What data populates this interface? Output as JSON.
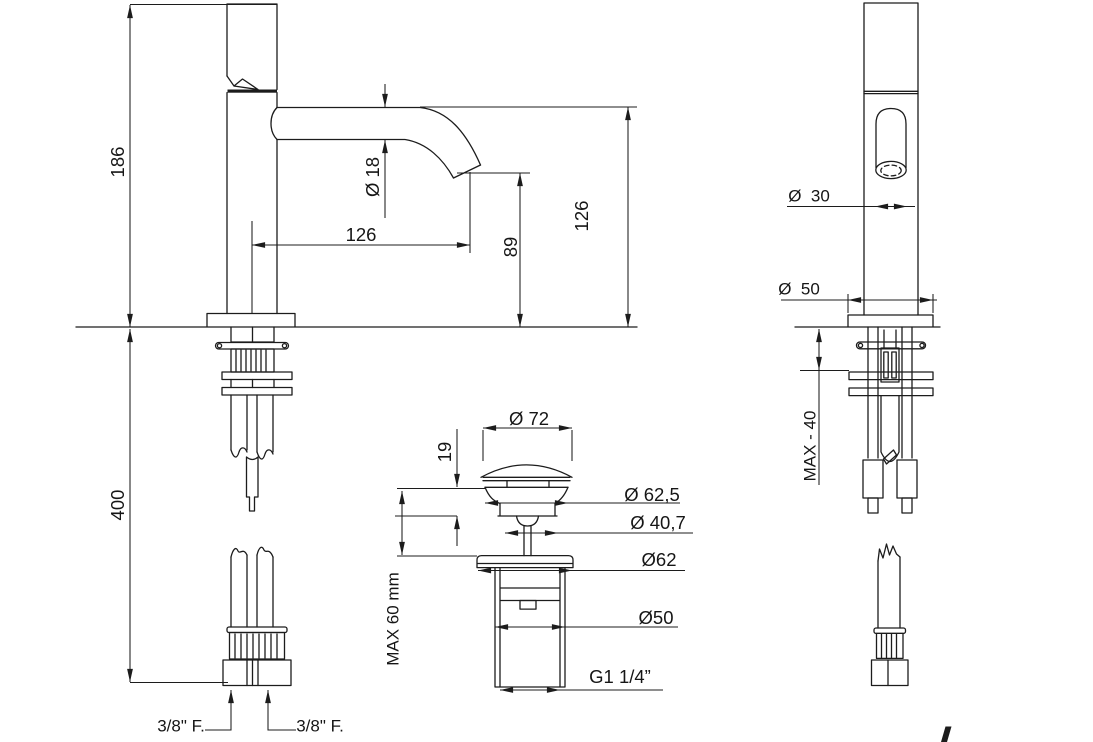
{
  "drawing": {
    "background": "#ffffff",
    "line_color": "#1c1c1c",
    "views": {
      "side_view": "faucet side view",
      "front_view": "faucet front view",
      "drain_view": "pop-up drain plug view"
    },
    "dimensions": {
      "height_total": "186",
      "hose_length": "400",
      "spout_diameter": "Ø 18",
      "spout_reach": "126",
      "spout_tip_height": "89",
      "outlet_height": "126",
      "hose_fitting_left": "3/8\" F.",
      "hose_fitting_right": "3/8\" F.",
      "body_diameter": "Ø  30",
      "base_diameter": "Ø  50",
      "max_deck_thickness": "MAX - 40",
      "plug_cap_diameter": "Ø 72",
      "plug_cap_height": "19",
      "plug_top_diameter": "Ø 62,5",
      "plug_waist_diameter": "Ø 40,7",
      "plug_flange_diameter": "Ø62",
      "plug_body_diameter": "Ø50",
      "plug_thread": "G1 1/4”",
      "max_basin_thickness": "MAX 60 mm"
    }
  }
}
